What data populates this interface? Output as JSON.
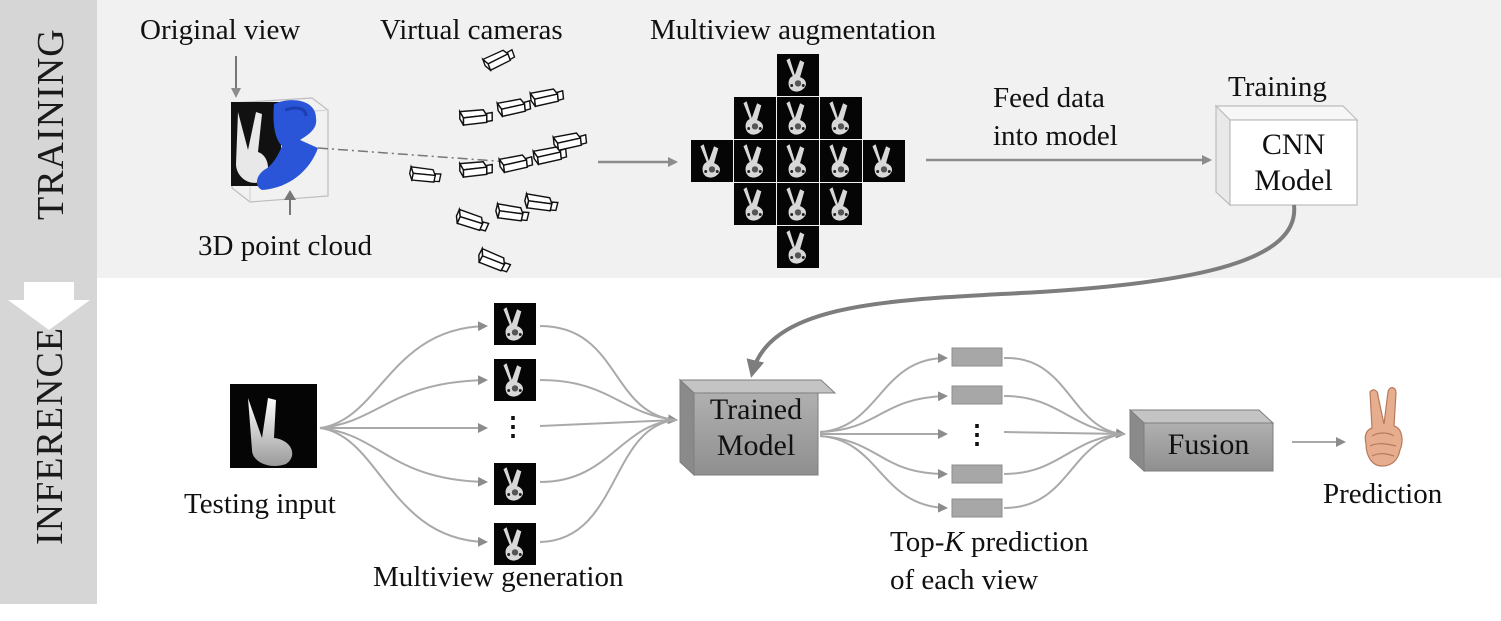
{
  "sections": {
    "training": "TRAINING",
    "inference": "INFERENCE"
  },
  "training": {
    "original_view": "Original view",
    "virtual_cameras": "Virtual cameras",
    "multiview_augmentation": "Multiview augmentation",
    "point_cloud": "3D point cloud",
    "feed_line1": "Feed data",
    "feed_line2": "into model",
    "training_label": "Training",
    "cnn_line1": "CNN",
    "cnn_line2": "Model"
  },
  "inference": {
    "testing_input": "Testing input",
    "multiview_generation": "Multiview generation",
    "trained_line1": "Trained",
    "trained_line2": "Model",
    "topk_prefix": "Top-",
    "topk_k": "K",
    "topk_suffix": " prediction",
    "topk_line2": "of each view",
    "fusion": "Fusion",
    "prediction": "Prediction",
    "ellipsis": "⋮"
  },
  "colors": {
    "band": "#f1f1f1",
    "side": "#d6d6d6",
    "arrow": "#9a9a9a",
    "point_cloud": "#2a55d8",
    "box_dark": "#9b9b9b",
    "skin": "#e6ad8e"
  }
}
